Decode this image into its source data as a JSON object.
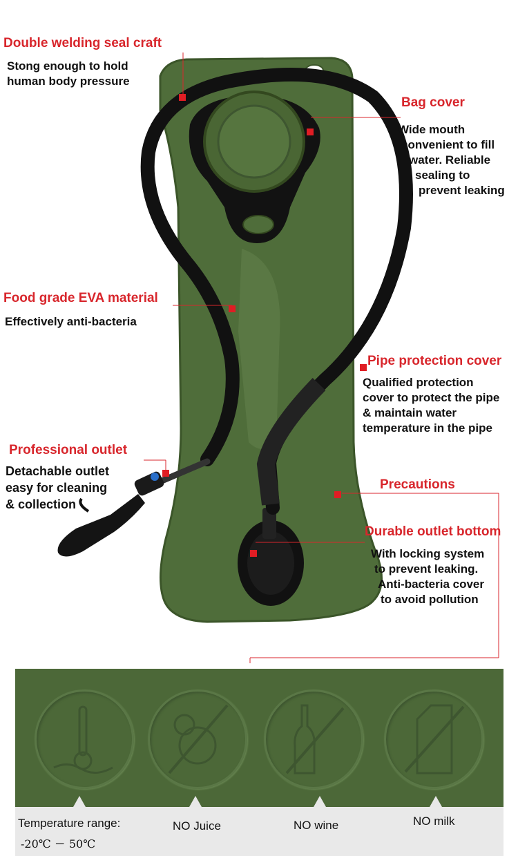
{
  "callouts": {
    "weld": {
      "title": "Double welding seal craft",
      "lines": [
        "Stong enough to hold",
        "human body pressure"
      ]
    },
    "cover": {
      "title": "Bag cover",
      "lines": [
        "Wide mouth",
        "convenient to fill",
        "water. Reliable",
        "sealing to",
        "prevent leaking"
      ]
    },
    "food": {
      "title": "Food grade EVA material",
      "lines": [
        "Effectively anti-bacteria"
      ]
    },
    "pipe": {
      "title": "Pipe protection cover",
      "lines": [
        "Qualified protection",
        "cover to protect the pipe",
        "& maintain water",
        "temperature in the pipe"
      ]
    },
    "outlet": {
      "title": "Professional outlet",
      "lines": [
        "Detachable outlet",
        "easy for cleaning",
        "& collection"
      ]
    },
    "precautions": {
      "title": "Precautions"
    },
    "bottom": {
      "title": "Durable outlet bottom",
      "lines": [
        "With locking system",
        "to prevent leaking.",
        "Anti-bacteria cover",
        "to avoid pollution"
      ]
    }
  },
  "icons": [
    "temperature-icon",
    "no-juice-icon",
    "no-wine-icon",
    "no-milk-icon"
  ],
  "captions": {
    "temp_label": "Temperature range:",
    "temp_value": "-20℃  －  50℃",
    "juice": "NO Juice",
    "wine": "NO wine",
    "milk": "NO milk"
  },
  "colors": {
    "accent_red": "#d8262c",
    "bag_green": "#4f6d3a",
    "hose_black": "#111111"
  }
}
